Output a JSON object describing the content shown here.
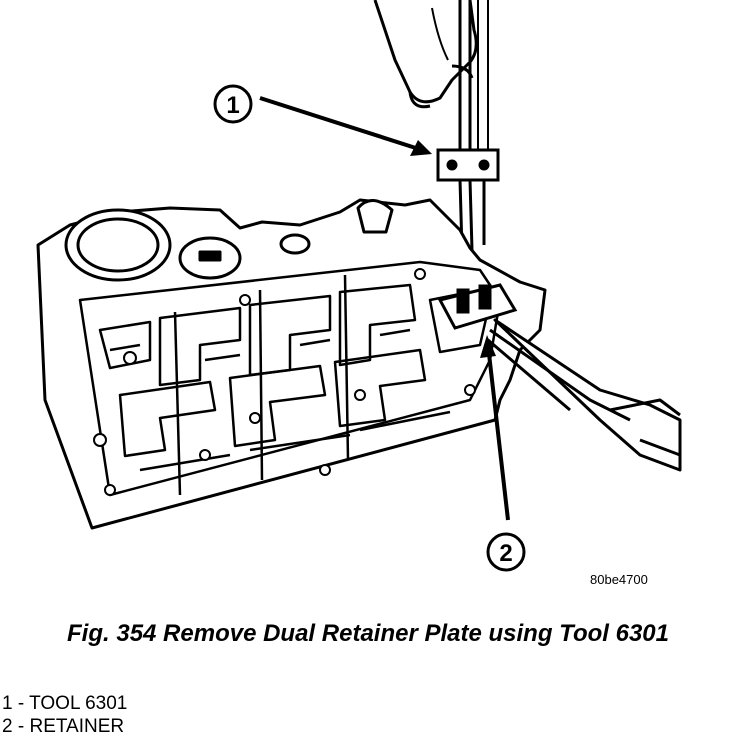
{
  "figure": {
    "callouts": [
      {
        "number": "1"
      },
      {
        "number": "2"
      }
    ],
    "image_code": "80be4700"
  },
  "caption": {
    "text": "Fig. 354 Remove Dual Retainer Plate using Tool 6301"
  },
  "legend": [
    {
      "number": "1",
      "separator": " - ",
      "label": "TOOL 6301"
    },
    {
      "number": "2",
      "separator": " - ",
      "label": "RETAINER"
    }
  ]
}
